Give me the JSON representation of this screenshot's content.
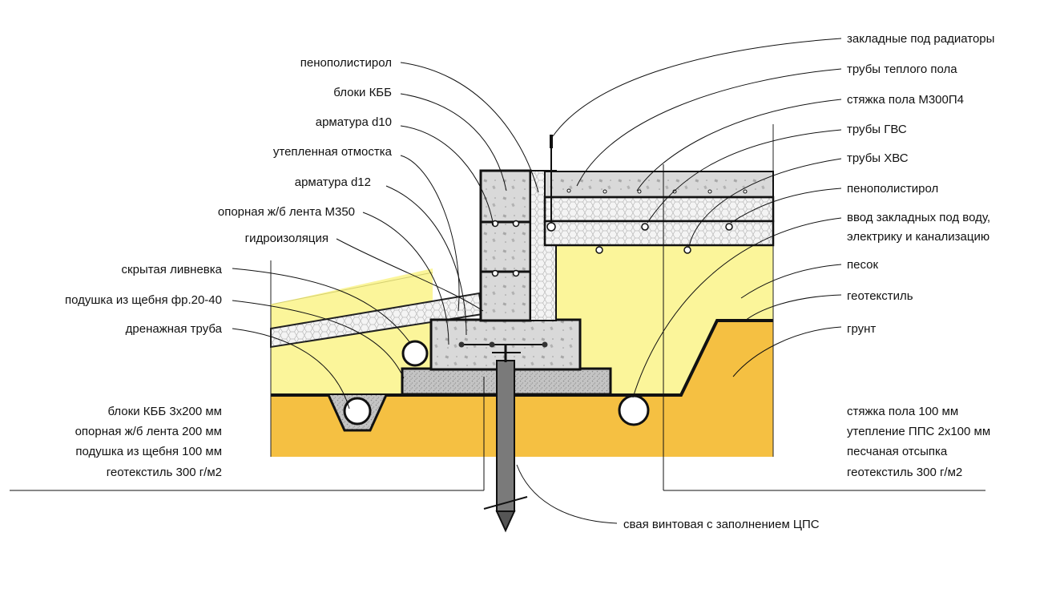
{
  "labels_left": [
    "пенополистирол",
    "блоки КББ",
    "арматура d10",
    "утепленная отмостка",
    "арматура d12",
    "опорная ж/б лента М350",
    "гидроизоляция",
    "скрытая ливневка",
    "подушка из щебня фр.20-40",
    "дренажная труба"
  ],
  "labels_right": [
    "закладные под радиаторы",
    "трубы теплого пола",
    "стяжка пола М300П4",
    "трубы ГВС",
    "трубы ХВС",
    "пенополистирол",
    "ввод закладных под воду,",
    "электрику и канализацию",
    "песок",
    "геотекстиль",
    "грунт"
  ],
  "spec_left": [
    "блоки КББ 3х200 мм",
    "опорная ж/б лента 200 мм",
    "подушка из щебня 100 мм",
    "геотекстиль 300 г/м2"
  ],
  "spec_right": [
    "стяжка пола 100 мм",
    "утепление ППС 2х100 мм",
    "песчаная отсыпка",
    "геотекстиль 300 г/м2"
  ],
  "pile_label": "свая винтовая с заполнением ЦПС",
  "colors": {
    "sand": "#fbf59a",
    "soil": "#f5c042",
    "concrete": "#d6d6d6",
    "gravel": "#c8c8c8",
    "eps": "#f2f2f2",
    "outline": "#111111",
    "pile": "#7a7a7a"
  }
}
